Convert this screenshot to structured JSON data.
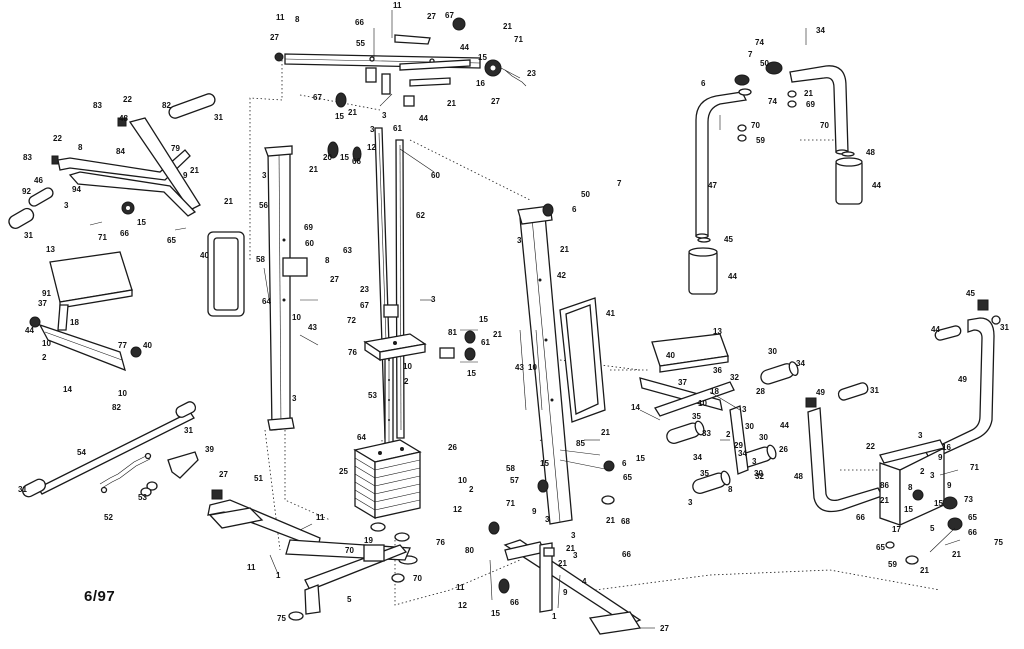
{
  "date_code": "6/97",
  "callouts": [
    {
      "text": "11"
    },
    {
      "text": "8"
    },
    {
      "text": "27"
    },
    {
      "text": "66"
    },
    {
      "text": "11"
    },
    {
      "text": "27"
    },
    {
      "text": "67"
    },
    {
      "text": "21"
    },
    {
      "text": "55"
    },
    {
      "text": "44"
    },
    {
      "text": "15"
    },
    {
      "text": "71"
    },
    {
      "text": "23"
    },
    {
      "text": "16"
    },
    {
      "text": "21"
    },
    {
      "text": "27"
    },
    {
      "text": "67"
    },
    {
      "text": "21"
    },
    {
      "text": "3"
    },
    {
      "text": "44"
    },
    {
      "text": "15"
    },
    {
      "text": "3"
    },
    {
      "text": "61"
    },
    {
      "text": "20"
    },
    {
      "text": "15"
    },
    {
      "text": "12"
    },
    {
      "text": "66"
    },
    {
      "text": "21"
    },
    {
      "text": "60"
    },
    {
      "text": "62"
    },
    {
      "text": "56"
    },
    {
      "text": "3"
    },
    {
      "text": "69"
    },
    {
      "text": "60"
    },
    {
      "text": "63"
    },
    {
      "text": "8"
    },
    {
      "text": "27"
    },
    {
      "text": "58"
    },
    {
      "text": "64"
    },
    {
      "text": "40"
    },
    {
      "text": "23"
    },
    {
      "text": "67"
    },
    {
      "text": "3"
    },
    {
      "text": "10"
    },
    {
      "text": "43"
    },
    {
      "text": "72"
    },
    {
      "text": "76"
    },
    {
      "text": "10"
    },
    {
      "text": "2"
    },
    {
      "text": "53"
    },
    {
      "text": "3"
    },
    {
      "text": "64"
    },
    {
      "text": "26"
    },
    {
      "text": "25"
    },
    {
      "text": "83"
    },
    {
      "text": "22"
    },
    {
      "text": "48"
    },
    {
      "text": "82"
    },
    {
      "text": "31"
    },
    {
      "text": "22"
    },
    {
      "text": "8"
    },
    {
      "text": "84"
    },
    {
      "text": "79"
    },
    {
      "text": "83"
    },
    {
      "text": "46"
    },
    {
      "text": "9"
    },
    {
      "text": "21"
    },
    {
      "text": "92"
    },
    {
      "text": "94"
    },
    {
      "text": "3"
    },
    {
      "text": "21"
    },
    {
      "text": "15"
    },
    {
      "text": "31"
    },
    {
      "text": "71"
    },
    {
      "text": "66"
    },
    {
      "text": "65"
    },
    {
      "text": "13"
    },
    {
      "text": "91"
    },
    {
      "text": "37"
    },
    {
      "text": "18"
    },
    {
      "text": "44"
    },
    {
      "text": "10"
    },
    {
      "text": "77"
    },
    {
      "text": "40"
    },
    {
      "text": "2"
    },
    {
      "text": "14"
    },
    {
      "text": "10"
    },
    {
      "text": "82"
    },
    {
      "text": "31"
    },
    {
      "text": "54"
    },
    {
      "text": "39"
    },
    {
      "text": "53"
    },
    {
      "text": "31"
    },
    {
      "text": "52"
    },
    {
      "text": "27"
    },
    {
      "text": "51"
    },
    {
      "text": "11"
    },
    {
      "text": "11"
    },
    {
      "text": "1"
    },
    {
      "text": "70"
    },
    {
      "text": "19"
    },
    {
      "text": "76"
    },
    {
      "text": "70"
    },
    {
      "text": "5"
    },
    {
      "text": "75"
    },
    {
      "text": "7"
    },
    {
      "text": "50"
    },
    {
      "text": "6"
    },
    {
      "text": "3"
    },
    {
      "text": "21"
    },
    {
      "text": "42"
    },
    {
      "text": "41"
    },
    {
      "text": "81"
    },
    {
      "text": "15"
    },
    {
      "text": "61"
    },
    {
      "text": "21"
    },
    {
      "text": "15"
    },
    {
      "text": "43"
    },
    {
      "text": "10"
    },
    {
      "text": "85"
    },
    {
      "text": "21"
    },
    {
      "text": "58"
    },
    {
      "text": "57"
    },
    {
      "text": "10"
    },
    {
      "text": "2"
    },
    {
      "text": "12"
    },
    {
      "text": "71"
    },
    {
      "text": "9"
    },
    {
      "text": "3"
    },
    {
      "text": "15"
    },
    {
      "text": "6"
    },
    {
      "text": "15"
    },
    {
      "text": "65"
    },
    {
      "text": "68"
    },
    {
      "text": "21"
    },
    {
      "text": "66"
    },
    {
      "text": "3"
    },
    {
      "text": "21"
    },
    {
      "text": "80"
    },
    {
      "text": "11"
    },
    {
      "text": "4"
    },
    {
      "text": "3"
    },
    {
      "text": "12"
    },
    {
      "text": "15"
    },
    {
      "text": "66"
    },
    {
      "text": "1"
    },
    {
      "text": "27"
    },
    {
      "text": "13"
    },
    {
      "text": "40"
    },
    {
      "text": "30"
    },
    {
      "text": "34"
    },
    {
      "text": "36"
    },
    {
      "text": "37"
    },
    {
      "text": "32"
    },
    {
      "text": "18"
    },
    {
      "text": "28"
    },
    {
      "text": "14"
    },
    {
      "text": "35"
    },
    {
      "text": "10"
    },
    {
      "text": "3"
    },
    {
      "text": "30"
    },
    {
      "text": "2"
    },
    {
      "text": "33"
    },
    {
      "text": "29"
    },
    {
      "text": "34"
    },
    {
      "text": "30"
    },
    {
      "text": "26"
    },
    {
      "text": "34"
    },
    {
      "text": "3"
    },
    {
      "text": "35"
    },
    {
      "text": "30"
    },
    {
      "text": "8"
    },
    {
      "text": "32"
    },
    {
      "text": "3"
    },
    {
      "text": "34"
    },
    {
      "text": "74"
    },
    {
      "text": "7"
    },
    {
      "text": "50"
    },
    {
      "text": "6"
    },
    {
      "text": "74"
    },
    {
      "text": "21"
    },
    {
      "text": "69"
    },
    {
      "text": "70"
    },
    {
      "text": "59"
    },
    {
      "text": "70"
    },
    {
      "text": "47"
    },
    {
      "text": "48"
    },
    {
      "text": "44"
    },
    {
      "text": "45"
    },
    {
      "text": "44"
    },
    {
      "text": "45"
    },
    {
      "text": "44"
    },
    {
      "text": "31"
    },
    {
      "text": "49"
    },
    {
      "text": "49"
    },
    {
      "text": "44"
    },
    {
      "text": "31"
    },
    {
      "text": "48"
    },
    {
      "text": "22"
    },
    {
      "text": "3"
    },
    {
      "text": "16"
    },
    {
      "text": "71"
    },
    {
      "text": "9"
    },
    {
      "text": "15"
    },
    {
      "text": "66"
    },
    {
      "text": "73"
    },
    {
      "text": "65"
    },
    {
      "text": "15"
    },
    {
      "text": "66"
    },
    {
      "text": "17"
    },
    {
      "text": "65"
    },
    {
      "text": "21"
    },
    {
      "text": "59"
    },
    {
      "text": "21"
    },
    {
      "text": "75"
    },
    {
      "text": "86"
    },
    {
      "text": "8"
    },
    {
      "text": "2"
    },
    {
      "text": "9"
    },
    {
      "text": "21"
    },
    {
      "text": "3"
    },
    {
      "text": "5"
    },
    {
      "text": "9"
    },
    {
      "text": "21"
    },
    {
      "text": "21"
    },
    {
      "text": "4"
    },
    {
      "text": "21"
    },
    {
      "text": "3"
    }
  ]
}
